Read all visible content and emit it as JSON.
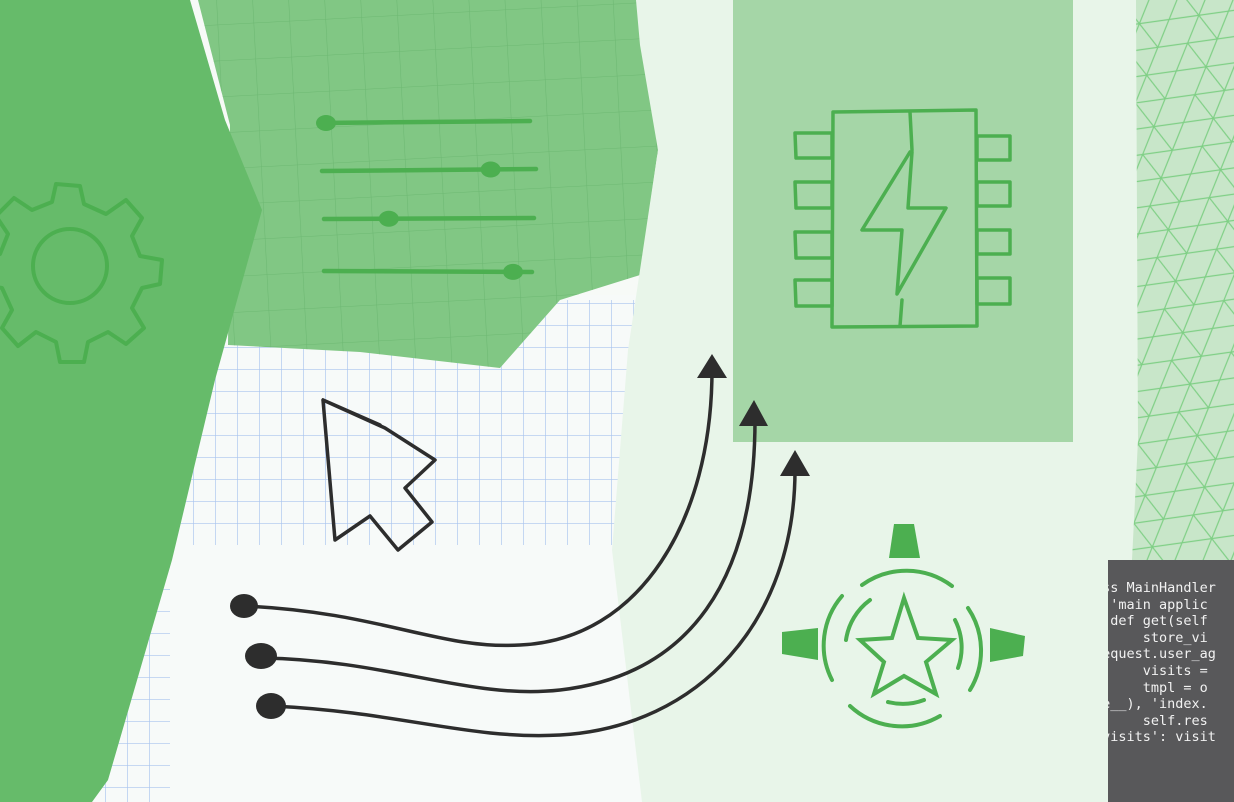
{
  "colors": {
    "brand_green": "#66bb6a",
    "mid_green": "#81c784",
    "light_green": "#a5d6a7",
    "pale_green": "#e8f5e9",
    "sketch_green": "#4caf50",
    "ink": "#2d2d2d",
    "grid_blue": "#a9c4ee",
    "code_bg": "#58585a",
    "code_text": "#f2f2f2"
  },
  "illustration": {
    "gear": {
      "icon": "gear-icon"
    },
    "sliders": {
      "icon": "sliders-icon",
      "levels": [
        0.0,
        0.76,
        0.28,
        0.88
      ]
    },
    "chip": {
      "icon": "chip-lightning-icon"
    },
    "badge": {
      "icon": "star-badge-icon"
    },
    "cursor": {
      "icon": "cursor-arrow-icon"
    },
    "connectors": {
      "count": 3
    }
  },
  "code": {
    "lines": [
      "ass MainHandler",
      "  'main applic",
      "  def get(self",
      "      store_vi",
      "request.user_ag",
      "      visits =",
      "      tmpl = o",
      "le__), 'index.",
      "      self.res",
      "'visits': visit"
    ]
  }
}
